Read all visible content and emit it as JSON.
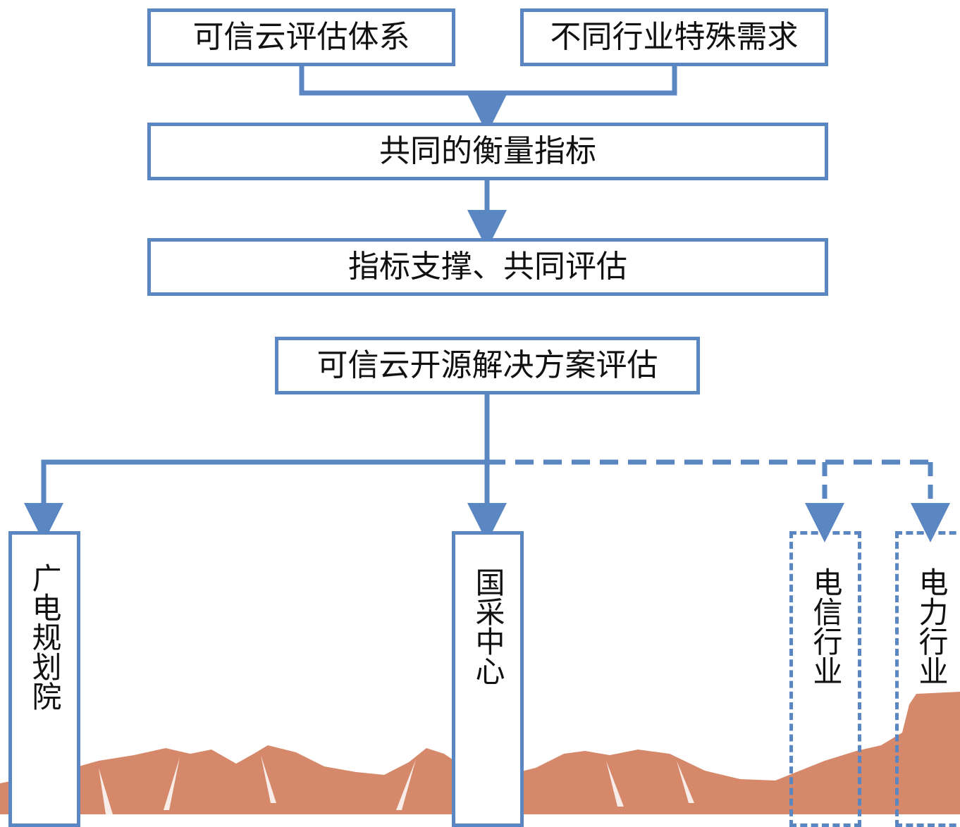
{
  "colors": {
    "line": "#5a86c2",
    "mountain": "#d6896a",
    "text": "#111111"
  },
  "nodes": {
    "trusted_cloud_eval_system": "可信云评估体系",
    "industry_special_needs": "不同行业特殊需求",
    "common_metrics": "共同的衡量指标",
    "metric_support_joint_eval": "指标支撑、共同评估",
    "oss_solution_eval": "可信云开源解决方案评估",
    "sarft_planning_institute": "广电规划院",
    "gov_procurement_center": "国采中心",
    "telecom_industry": "电信行业",
    "power_industry": "电力行业"
  }
}
